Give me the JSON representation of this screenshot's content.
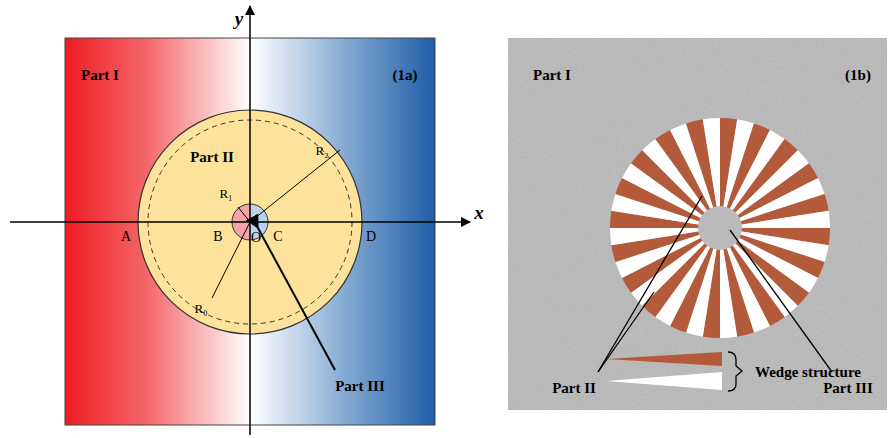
{
  "diagram": {
    "labels": [
      "y",
      "x",
      "Part I",
      "(1a)",
      "Part II",
      "R₁",
      "R₂",
      "R₀",
      "A",
      "B",
      "O",
      "C",
      "D",
      "Part III",
      "Part I",
      "(1b)",
      "Part II",
      "Part III",
      "Wedge structure"
    ]
  }
}
